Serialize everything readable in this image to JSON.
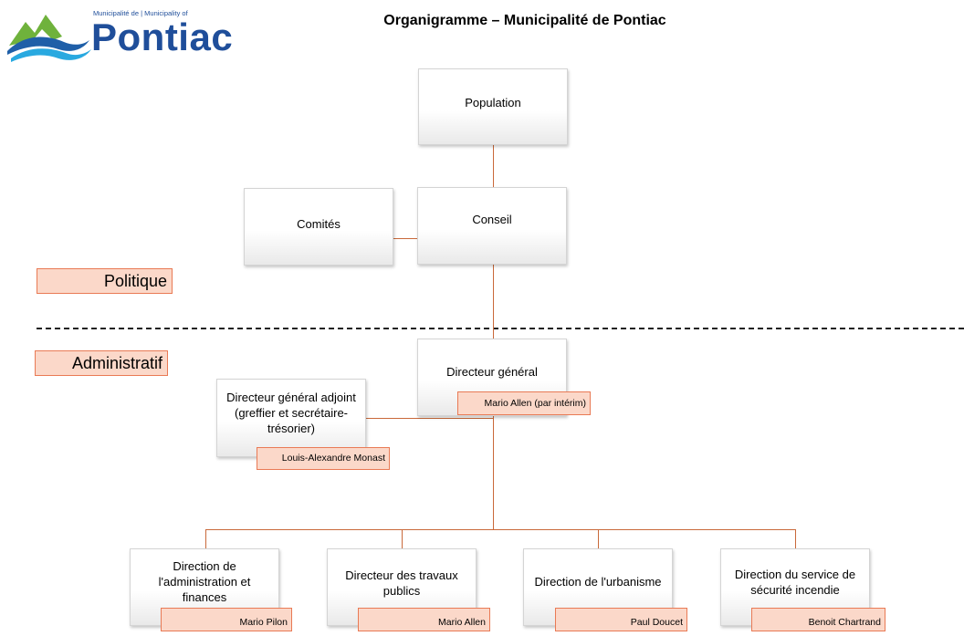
{
  "logo": {
    "small_text": "Municipalité de | Municipality of",
    "name": "Pontiac"
  },
  "title": "Organigramme – Municipalité de Pontiac",
  "zones": {
    "politique": "Politique",
    "administratif": "Administratif"
  },
  "nodes": {
    "population": {
      "label": "Population"
    },
    "comites": {
      "label": "Comités"
    },
    "conseil": {
      "label": "Conseil"
    },
    "dg": {
      "label": "Directeur général",
      "person": "Mario Allen (par intérim)"
    },
    "dga": {
      "label": "Directeur général adjoint (greffier et secrétaire-trésorier)",
      "person": "Louis-Alexandre Monast"
    },
    "admin": {
      "label": "Direction de l'administration et finances",
      "person": "Mario Pilon"
    },
    "travaux": {
      "label": "Directeur des travaux publics",
      "person": "Mario Allen"
    },
    "urbanisme": {
      "label": "Direction de l'urbanisme",
      "person": "Paul Doucet"
    },
    "incendie": {
      "label": "Direction du service de sécurité incendie",
      "person": "Benoit Chartrand"
    }
  }
}
